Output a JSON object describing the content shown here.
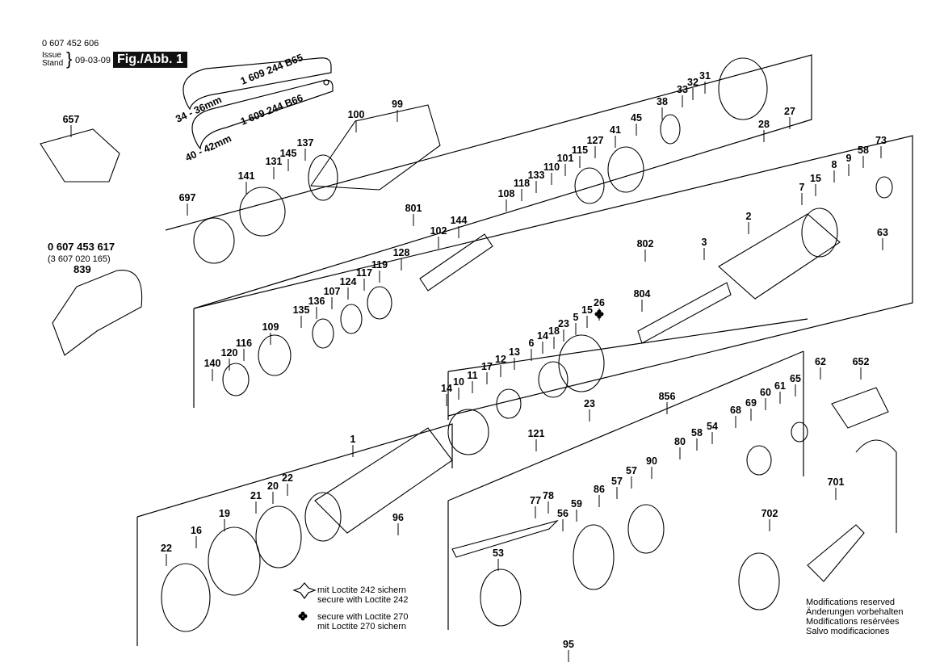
{
  "header": {
    "doc_number": "0 607 452 606",
    "issue_label_1": "Issue",
    "issue_label_2": "Stand",
    "issue_date": "09-03-09",
    "figure_label": "Fig./Abb. 1"
  },
  "wrenches": [
    {
      "part_number": "1 609 244 B65",
      "range": "34 - 36mm"
    },
    {
      "part_number": "1 609 244 B66",
      "range": "40 - 42mm"
    }
  ],
  "accessory": {
    "order_number": "0 607 453 617",
    "alt_number": "(3 607 020 165)",
    "position": "839"
  },
  "part_labels": [
    "657",
    "99",
    "100",
    "137",
    "145",
    "131",
    "141",
    "697",
    "115",
    "127",
    "101",
    "41",
    "45",
    "38",
    "33",
    "32",
    "31",
    "27",
    "28",
    "110",
    "133",
    "118",
    "108",
    "801",
    "144",
    "102",
    "128",
    "119",
    "117",
    "124",
    "107",
    "136",
    "135",
    "109",
    "116",
    "120",
    "140",
    "73",
    "58",
    "9",
    "8",
    "15",
    "7",
    "63",
    "2",
    "802",
    "3",
    "804",
    "26",
    "15",
    "5",
    "23",
    "18",
    "14",
    "6",
    "13",
    "12",
    "17",
    "11",
    "10",
    "14",
    "23",
    "121",
    "652",
    "62",
    "65",
    "61",
    "60",
    "69",
    "68",
    "856",
    "54",
    "58",
    "80",
    "90",
    "57",
    "57",
    "86",
    "59",
    "56",
    "78",
    "77",
    "53",
    "95",
    "1",
    "96",
    "22",
    "20",
    "21",
    "19",
    "16",
    "22",
    "701",
    "702"
  ],
  "legend": {
    "loctite_242_de": "mit Loctite 242 sichern",
    "loctite_242_en": "secure with Loctite 242",
    "loctite_270_en": "secure with Loctite 270",
    "loctite_270_de": "mit Loctite 270 sichern"
  },
  "footer_notes": [
    "Modifications reserved",
    "Änderungen vorbehalten",
    "Modifications resérvées",
    "Salvo modificaciones"
  ]
}
